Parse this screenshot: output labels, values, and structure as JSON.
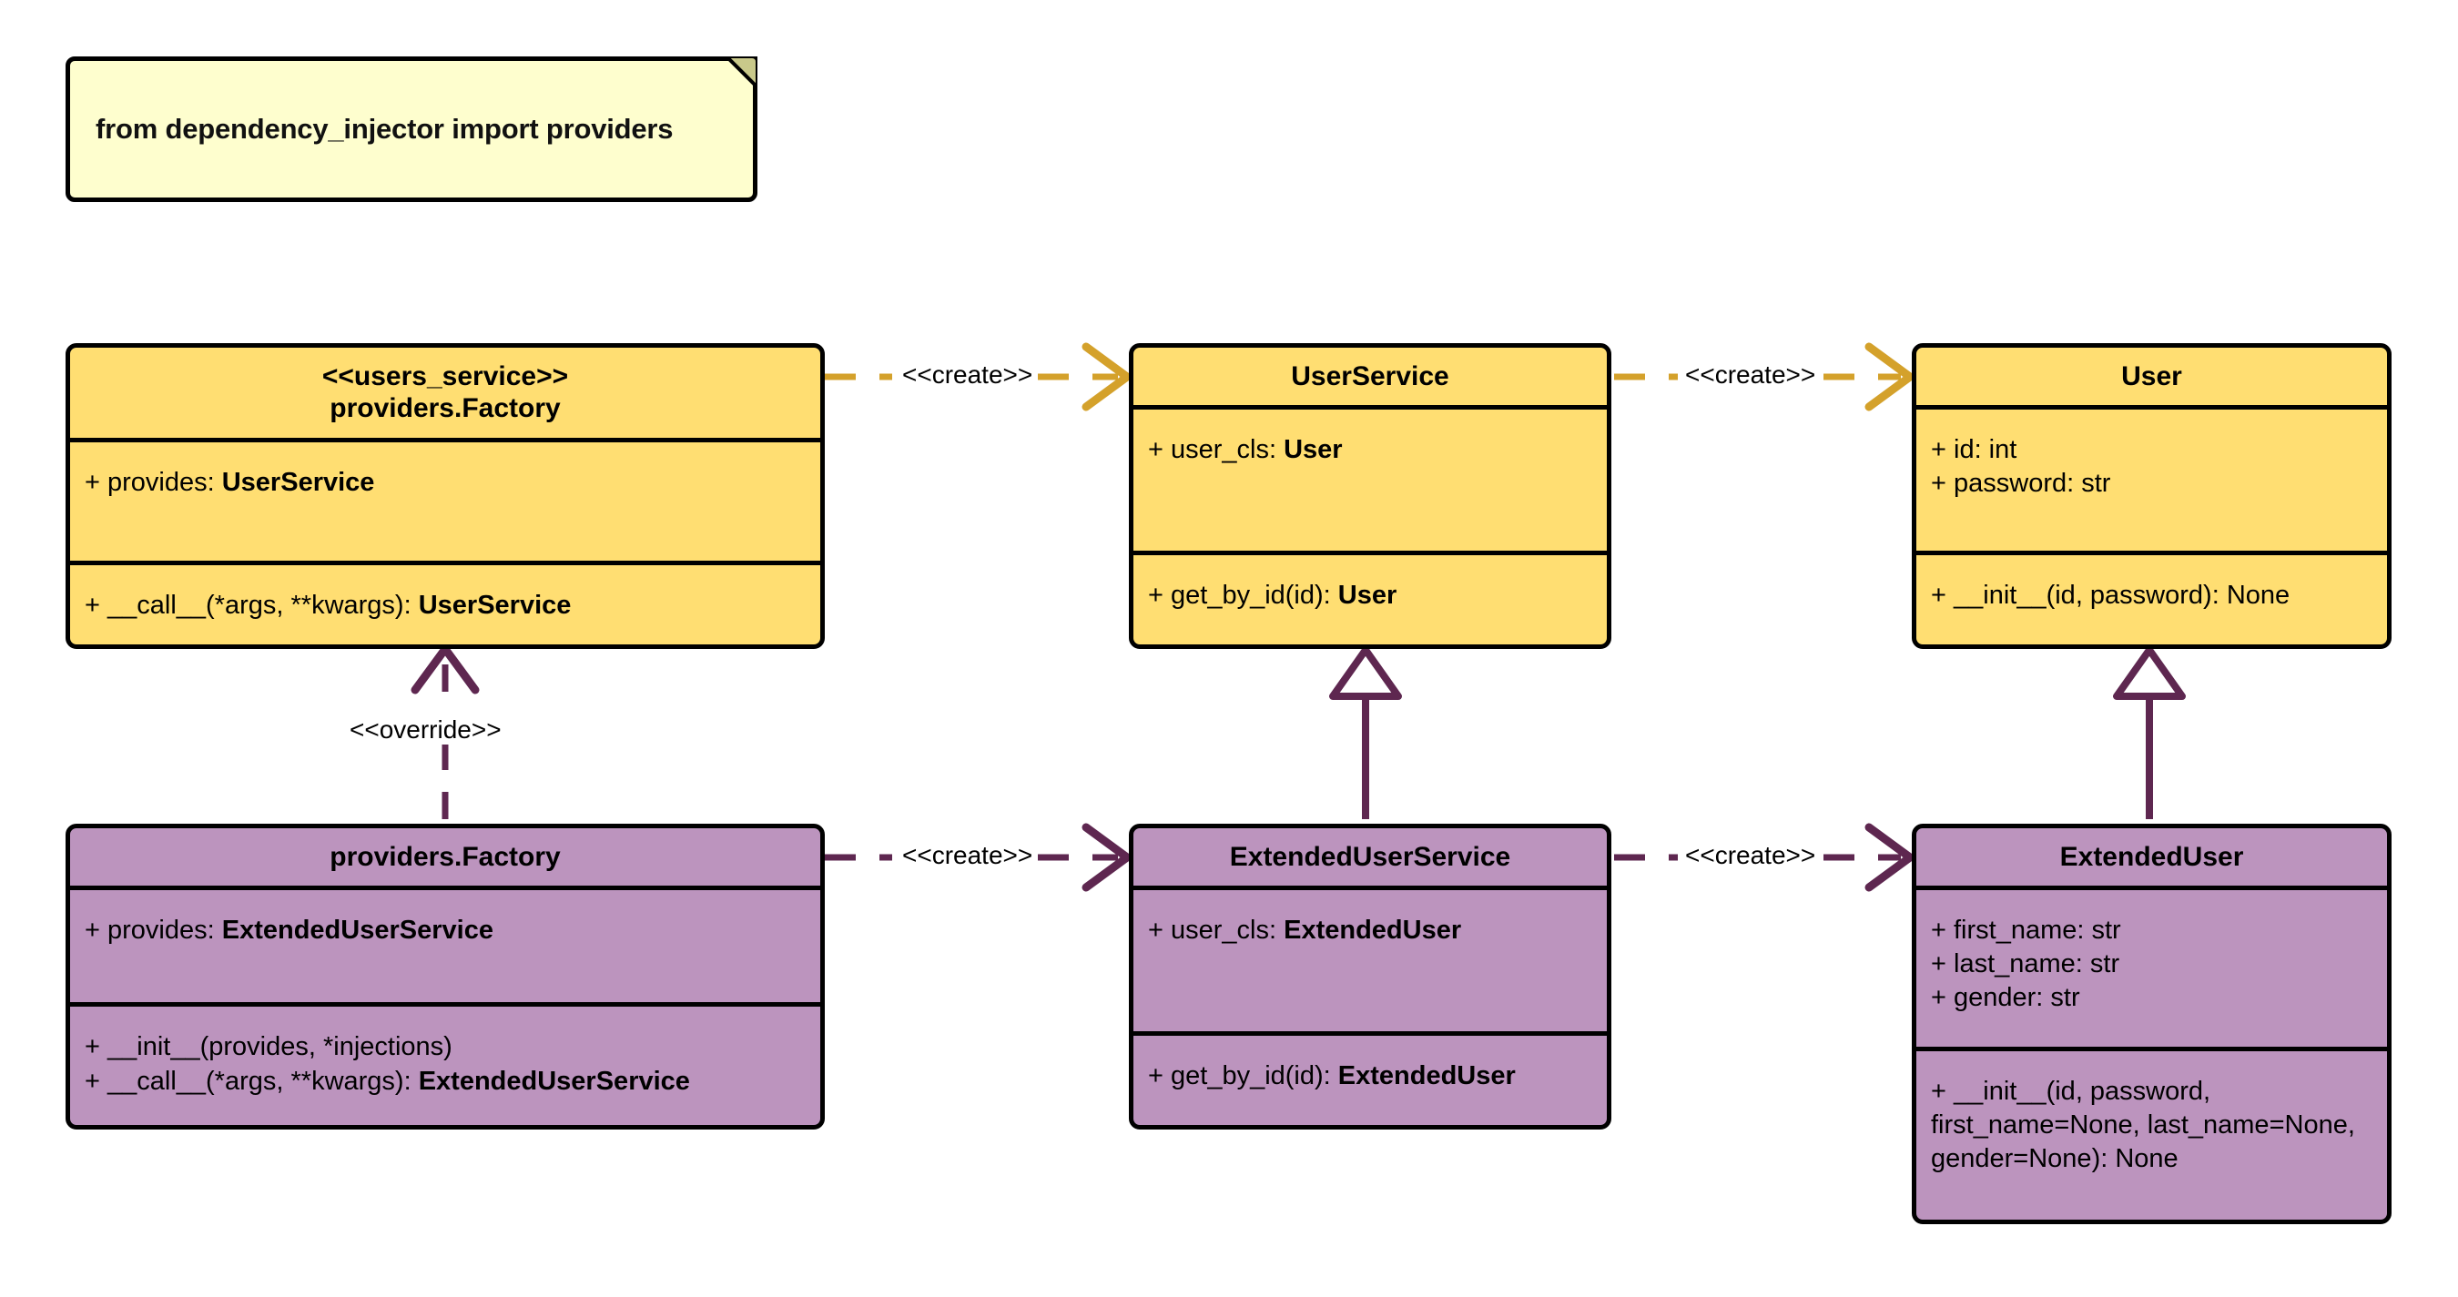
{
  "diagram": {
    "type": "uml-class-diagram",
    "background": "#FFFFFF",
    "palette": {
      "yellow_fill": "#FFDE72",
      "purple_fill": "#BC94BE",
      "note_fill": "#FEFECE",
      "note_fold": "#C9C98A",
      "border": "#000000",
      "yellow_connector": "#D4A12B",
      "purple_connector": "#5E2750"
    }
  },
  "note": {
    "text": "from dependency_injector import providers"
  },
  "classes": {
    "users_service_factory": {
      "stereotype": "<<users_service>>",
      "title": "providers.Factory",
      "attributes": [
        {
          "visibility": "+",
          "name": "provides: ",
          "type": "UserService"
        }
      ],
      "methods": [
        {
          "visibility": "+",
          "name": "__call__(*args, **kwargs): ",
          "type": "UserService"
        }
      ]
    },
    "user_service": {
      "stereotype": "",
      "title": "UserService",
      "attributes": [
        {
          "visibility": "+",
          "name": "user_cls: ",
          "type": "User"
        }
      ],
      "methods": [
        {
          "visibility": "+",
          "name": "get_by_id(id): ",
          "type": "User"
        }
      ]
    },
    "user": {
      "stereotype": "",
      "title": "User",
      "attributes": [
        {
          "visibility": "+",
          "name": "id: int",
          "type": ""
        },
        {
          "visibility": "+",
          "name": "password: str",
          "type": ""
        }
      ],
      "methods": [
        {
          "visibility": "+",
          "name": "__init__(id, password): None",
          "type": ""
        }
      ]
    },
    "providers_factory": {
      "stereotype": "",
      "title": "providers.Factory",
      "attributes": [
        {
          "visibility": "+",
          "name": "provides: ",
          "type": "ExtendedUserService"
        }
      ],
      "methods": [
        {
          "visibility": "+",
          "name": "__init__(provides, *injections)",
          "type": ""
        },
        {
          "visibility": "+",
          "name": "__call__(*args, **kwargs): ",
          "type": "ExtendedUserService"
        }
      ]
    },
    "extended_user_service": {
      "stereotype": "",
      "title": "ExtendedUserService",
      "attributes": [
        {
          "visibility": "+",
          "name": "user_cls: ",
          "type": "ExtendedUser"
        }
      ],
      "methods": [
        {
          "visibility": "+",
          "name": "get_by_id(id): ",
          "type": "ExtendedUser"
        }
      ]
    },
    "extended_user": {
      "stereotype": "",
      "title": "ExtendedUser",
      "attributes": [
        {
          "visibility": "+",
          "name": "first_name: str",
          "type": ""
        },
        {
          "visibility": "+",
          "name": "last_name: str",
          "type": ""
        },
        {
          "visibility": "+",
          "name": "gender: str",
          "type": ""
        }
      ],
      "methods": [
        {
          "visibility": "+",
          "name": "__init__(id, password, first_name=None, last_name=None, gender=None): None",
          "type": ""
        }
      ]
    }
  },
  "connectors": [
    {
      "id": "factory-creates-userservice",
      "label": "<<create>>",
      "from": "users_service_factory",
      "to": "user_service",
      "style": "dashed",
      "arrow": "open",
      "color": "#D4A12B"
    },
    {
      "id": "userservice-creates-user",
      "label": "<<create>>",
      "from": "user_service",
      "to": "user",
      "style": "dashed",
      "arrow": "open",
      "color": "#D4A12B"
    },
    {
      "id": "providersfactory-overrides-factory",
      "label": "<<override>>",
      "from": "providers_factory",
      "to": "users_service_factory",
      "style": "dashed",
      "arrow": "open",
      "color": "#5E2750"
    },
    {
      "id": "providersfactory-creates-extendeduserservice",
      "label": "<<create>>",
      "from": "providers_factory",
      "to": "extended_user_service",
      "style": "dashed",
      "arrow": "open",
      "color": "#5E2750"
    },
    {
      "id": "extendeduserservice-creates-extendeduser",
      "label": "<<create>>",
      "from": "extended_user_service",
      "to": "extended_user",
      "style": "dashed",
      "arrow": "open",
      "color": "#5E2750"
    },
    {
      "id": "extendeduserservice-extends-userservice",
      "label": "",
      "from": "extended_user_service",
      "to": "user_service",
      "style": "solid",
      "arrow": "hollow-triangle",
      "color": "#5E2750"
    },
    {
      "id": "extendeduser-extends-user",
      "label": "",
      "from": "extended_user",
      "to": "user",
      "style": "solid",
      "arrow": "hollow-triangle",
      "color": "#5E2750"
    }
  ]
}
